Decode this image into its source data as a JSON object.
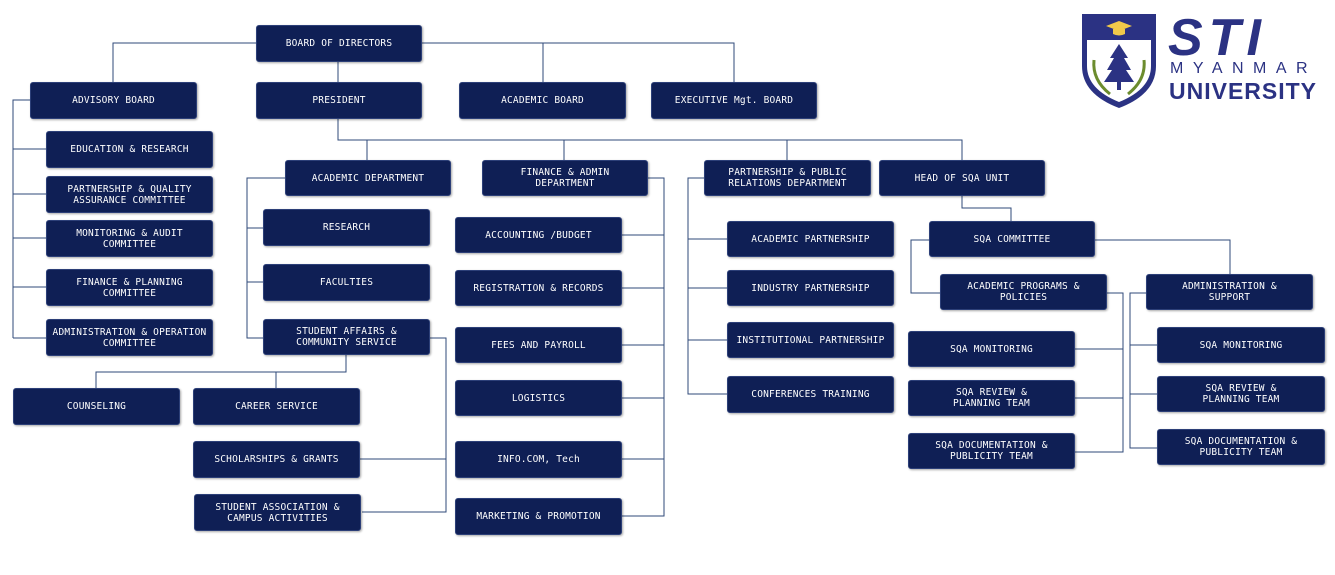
{
  "colors": {
    "box": "#0f1f55",
    "line": "#2f4a7a",
    "logo": "#2b3283"
  },
  "logo": {
    "brand": "STI",
    "line1": "MYANMAR",
    "line2": "UNIVERSITY"
  },
  "nodes": {
    "board": "BOARD OF DIRECTORS",
    "advisory": "ADVISORY BOARD",
    "president": "PRESIDENT",
    "academic_board": "ACADEMIC BOARD",
    "executive": "EXECUTIVE Mgt. BOARD",
    "edu_research": "EDUCATION & RESEARCH",
    "pqa": "PARTNERSHIP & QUALITY\nASSURANCE COMMITTEE",
    "monitoring_audit": "MONITORING & AUDIT\nCOMMITTEE",
    "finance_planning": "FINANCE & PLANNING\nCOMMITTEE",
    "admin_operation": "ADMINISTRATION & OPERATION\nCOMMITTEE",
    "academic_dept": "ACADEMIC DEPARTMENT",
    "research": "RESEARCH",
    "faculties": "FACULTIES",
    "student_affairs": "STUDENT AFFAIRS &\nCOMMUNITY SERVICE",
    "counseling": "COUNSELING",
    "career": "CAREER SERVICE",
    "scholarships": "SCHOLARSHIPS & GRANTS",
    "student_assoc": "STUDENT ASSOCIATION &\nCAMPUS ACTIVITIES",
    "finance_admin": "FINANCE & ADMIN\nDEPARTMENT",
    "accounting": "ACCOUNTING /BUDGET",
    "registration": "REGISTRATION & RECORDS",
    "fees": "FEES AND PAYROLL",
    "logistics": "LOGISTICS",
    "info": "INFO.COM, Tech",
    "marketing": "MARKETING & PROMOTION",
    "ppr": "PARTNERSHIP & PUBLIC\nRELATIONS DEPARTMENT",
    "acad_partner": "ACADEMIC PARTNERSHIP",
    "industry_partner": "INDUSTRY PARTNERSHIP",
    "inst_partner": "INSTITUTIONAL PARTNERSHIP",
    "conferences": "CONFERENCES TRAINING",
    "sqa_head": "HEAD OF SQA UNIT",
    "sqa_committee": "SQA COMMITTEE",
    "acad_programs": "ACADEMIC PROGRAMS &\nPOLICIES",
    "admin_support": "ADMINISTRATION &\nSUPPORT",
    "sqa_mon_l": "SQA MONITORING",
    "sqa_rev_l": "SQA REVIEW &\nPLANNING TEAM",
    "sqa_doc_l": "SQA DOCUMENTATION &\nPUBLICITY TEAM",
    "sqa_mon_r": "SQA MONITORING",
    "sqa_rev_r": "SQA REVIEW &\nPLANNING TEAM",
    "sqa_doc_r": "SQA DOCUMENTATION &\nPUBLICITY TEAM"
  }
}
